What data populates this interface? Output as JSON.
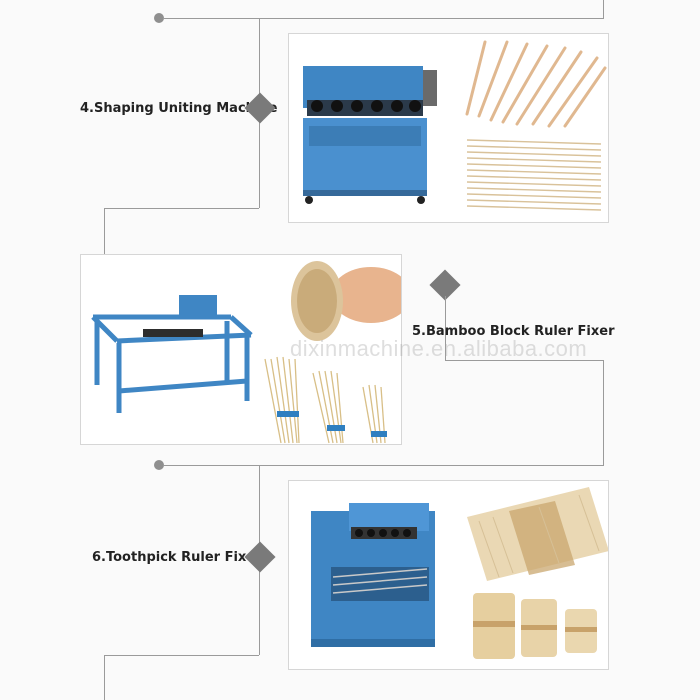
{
  "sections": [
    {
      "label": "4.Shaping Uniting Machine"
    },
    {
      "label": "5.Bamboo Block Ruler Fixer"
    },
    {
      "label": "6.Toothpick Ruler Fixer"
    }
  ],
  "watermark": "dixinmachine.en.alibaba.com",
  "colors": {
    "machine_blue": "#3f86c4",
    "bamboo": "#e0c9a0",
    "line": "#9a9a9a",
    "diamond": "#7a7a7a"
  }
}
